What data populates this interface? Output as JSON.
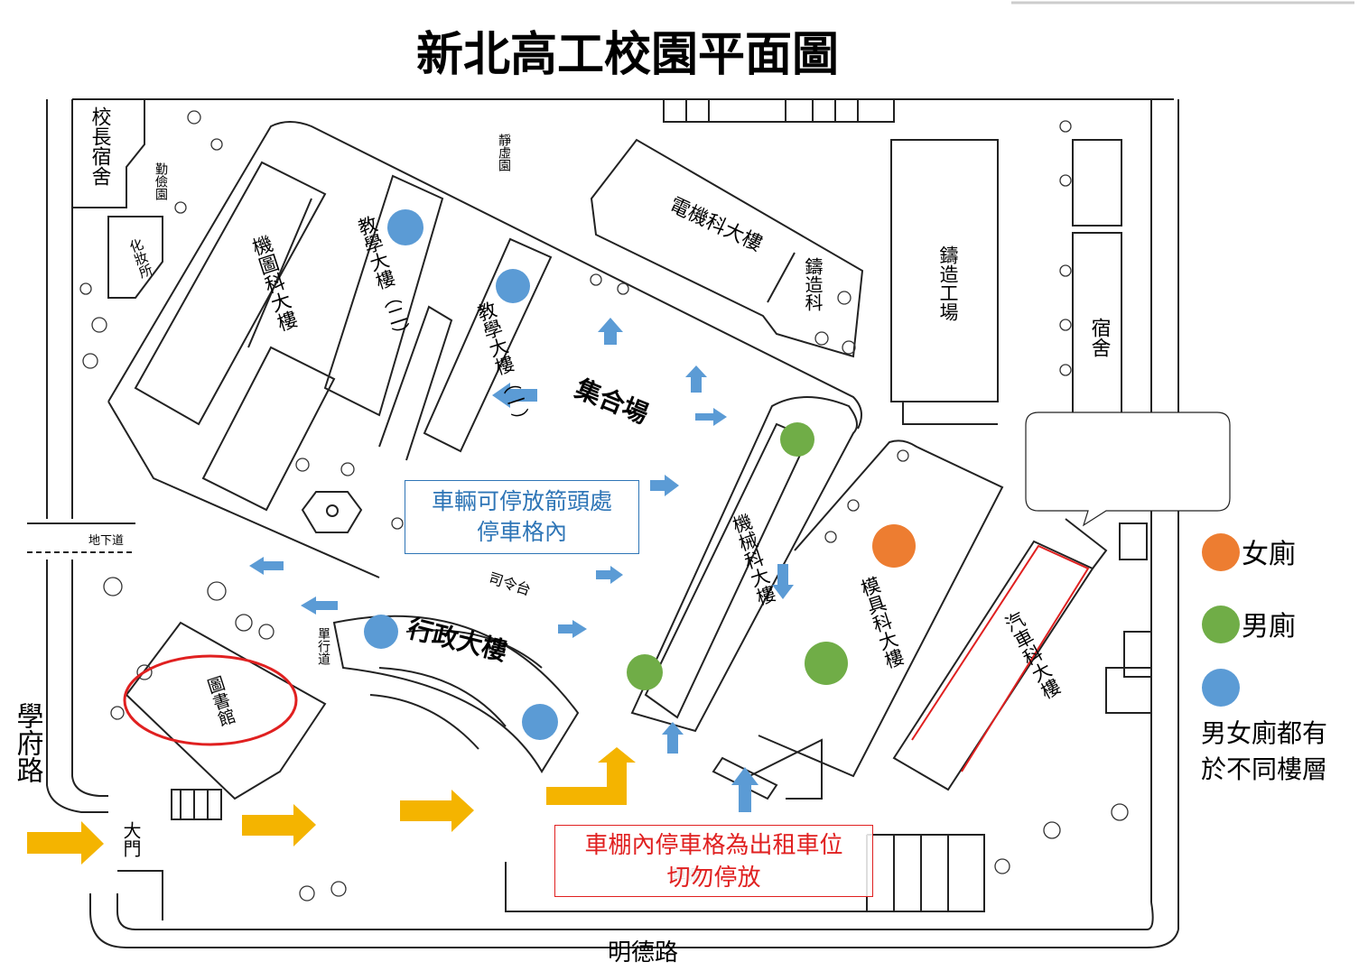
{
  "title": "新北高工校園平面圖",
  "roads": {
    "left": "學府路",
    "bottom": "明德路"
  },
  "gate": "大門",
  "buildings": {
    "principal_residence": "校長宿舍",
    "qinjian_garden": "勤儉園",
    "toilet_small": "化妝所",
    "jingxu_garden": "靜虛園",
    "mech_drawing": "機圖科大樓",
    "teaching_2": "教學大樓（二）",
    "teaching_1": "教學大樓（一）",
    "electrical": "電機科大樓",
    "casting_dept": "鑄造科",
    "foundry": "鑄造工場",
    "dormitory": "宿舍",
    "assembly": "集合場",
    "mechanical": "機械科大樓",
    "mold": "模具科大樓",
    "auto": "汽車科大樓",
    "admin": "行政大樓",
    "library": "圖書館",
    "podium": "司令台",
    "underpass": "地下道",
    "oneway": "單行道",
    "bike_shed": "車棚"
  },
  "notes": {
    "parking_line1": "車輛可停放箭頭處",
    "parking_line2": "停車格內",
    "rental_line1": "車棚內停車格為出租車位",
    "rental_line2": "切勿停放"
  },
  "legend": {
    "female": "女廁",
    "male": "男廁",
    "both_line1": "男女廁都有",
    "both_line2": "於不同樓層"
  },
  "colors": {
    "female": "#ed7d31",
    "male": "#70ad47",
    "both": "#5b9bd5",
    "arrow_blue": "#5b9bd5",
    "arrow_yellow": "#f4b400",
    "warning": "#e02020",
    "note_text": "#2e75b6"
  }
}
